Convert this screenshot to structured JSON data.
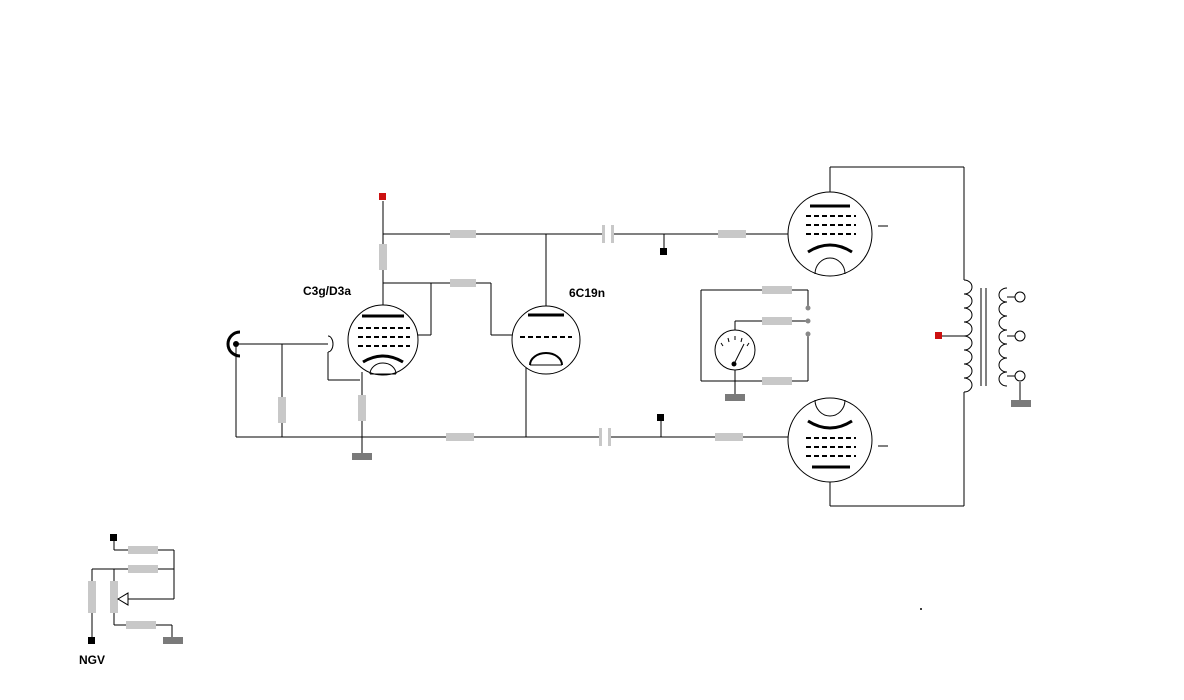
{
  "labels": {
    "tube_input": "C3g/D3a",
    "tube_driver": "6C19n",
    "bias_supply": "NGV"
  },
  "colors": {
    "wire": "#000000",
    "resistor": "#c8c8c8",
    "ground": "#7a7a7a",
    "supply_terminal": "#cc1111",
    "bias_terminal": "#000000"
  }
}
